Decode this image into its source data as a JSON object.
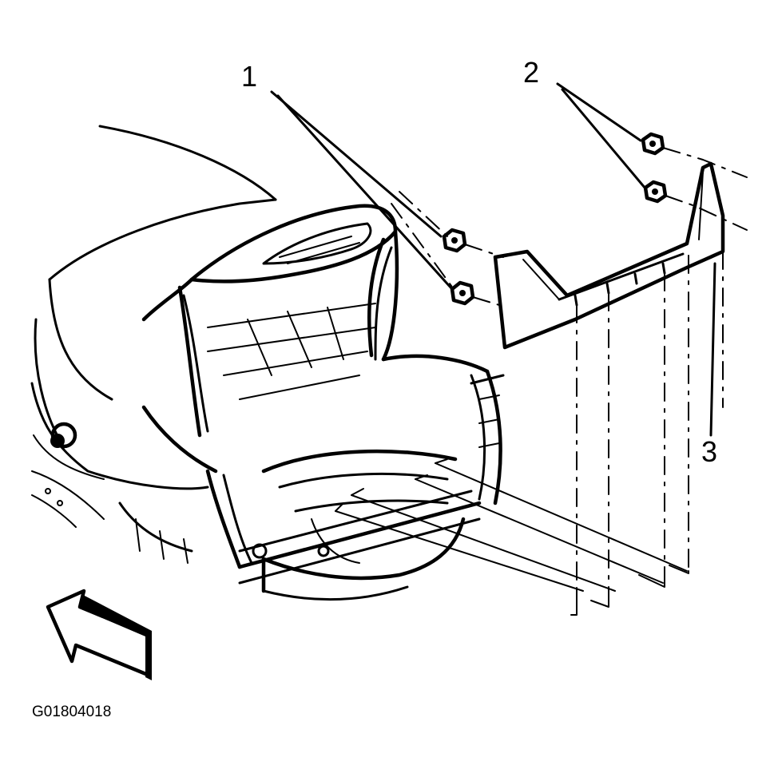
{
  "callouts": {
    "fasteners": "1",
    "nuts": "2",
    "bracket": "3"
  },
  "figure_code": "G01804018",
  "icons": [
    "front-direction-arrow-icon",
    "nut-icon"
  ]
}
